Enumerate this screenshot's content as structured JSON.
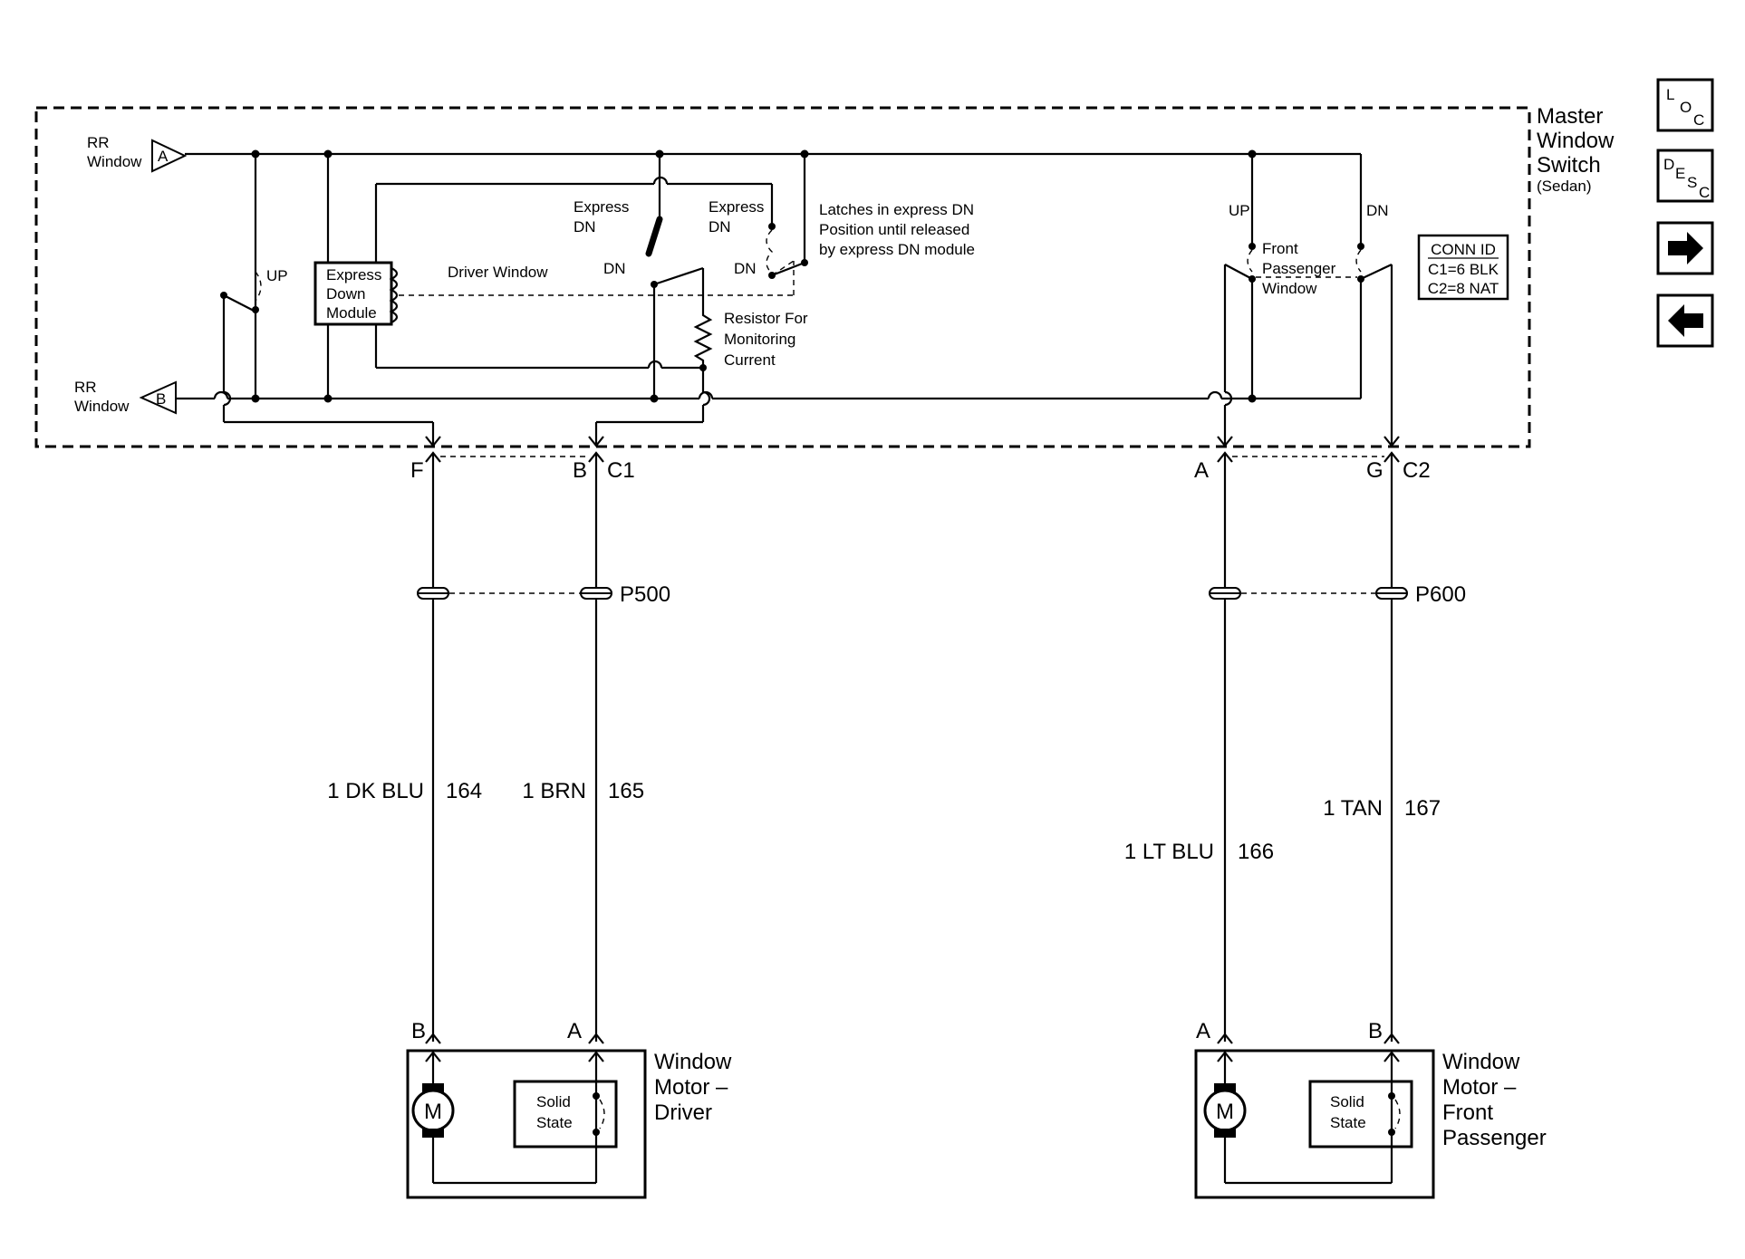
{
  "nav": {
    "loc": {
      "l1": "L",
      "l2": "O",
      "l3": "C"
    },
    "desc": {
      "l1": "D",
      "l2": "E",
      "l3": "S",
      "l4": "C"
    },
    "next_icon": "arrow-right-icon",
    "prev_icon": "arrow-left-icon"
  },
  "master_switch": {
    "title1": "Master",
    "title2": "Window",
    "title3": "Switch",
    "subtitle": "(Sedan)"
  },
  "rr_window_a": {
    "l1": "RR",
    "l2": "Window",
    "pin": "A"
  },
  "rr_window_b": {
    "l1": "RR",
    "l2": "Window",
    "pin": "B"
  },
  "labels": {
    "up_rr": "UP",
    "express_module1": "Express",
    "express_module2": "Down",
    "express_module3": "Module",
    "driver_window": "Driver Window",
    "express_dn_a1": "Express",
    "express_dn_a2": "DN",
    "express_dn_b1": "Express",
    "express_dn_b2": "DN",
    "dn_a": "DN",
    "dn_b": "DN",
    "latch1": "Latches in express DN",
    "latch2": "Position until released",
    "latch3": "by express DN module",
    "res1": "Resistor For",
    "res2": "Monitoring",
    "res3": "Current",
    "fp_up": "UP",
    "fp_dn": "DN",
    "fp1": "Front",
    "fp2": "Passenger",
    "fp3": "Window"
  },
  "conn_id": {
    "title": "CONN ID",
    "c1": "C1=6 BLK",
    "c2": "C2=8 NAT"
  },
  "connectors": {
    "f": "F",
    "b": "B",
    "c1": "C1",
    "a": "A",
    "g": "G",
    "c2": "C2",
    "p500": "P500",
    "p600": "P600"
  },
  "wires": [
    {
      "gauge": "1 DK BLU",
      "circuit": "164"
    },
    {
      "gauge": "1 BRN",
      "circuit": "165"
    },
    {
      "gauge": "1 LT BLU",
      "circuit": "166"
    },
    {
      "gauge": "1 TAN",
      "circuit": "167"
    }
  ],
  "motor_driver": {
    "pin_b": "B",
    "pin_a": "A",
    "motor": "M",
    "ss1": "Solid",
    "ss2": "State",
    "t1": "Window",
    "t2": "Motor –",
    "t3": "Driver"
  },
  "motor_passenger": {
    "pin_a": "A",
    "pin_b": "B",
    "motor": "M",
    "ss1": "Solid",
    "ss2": "State",
    "t1": "Window",
    "t2": "Motor –",
    "t3": "Front",
    "t4": "Passenger"
  }
}
